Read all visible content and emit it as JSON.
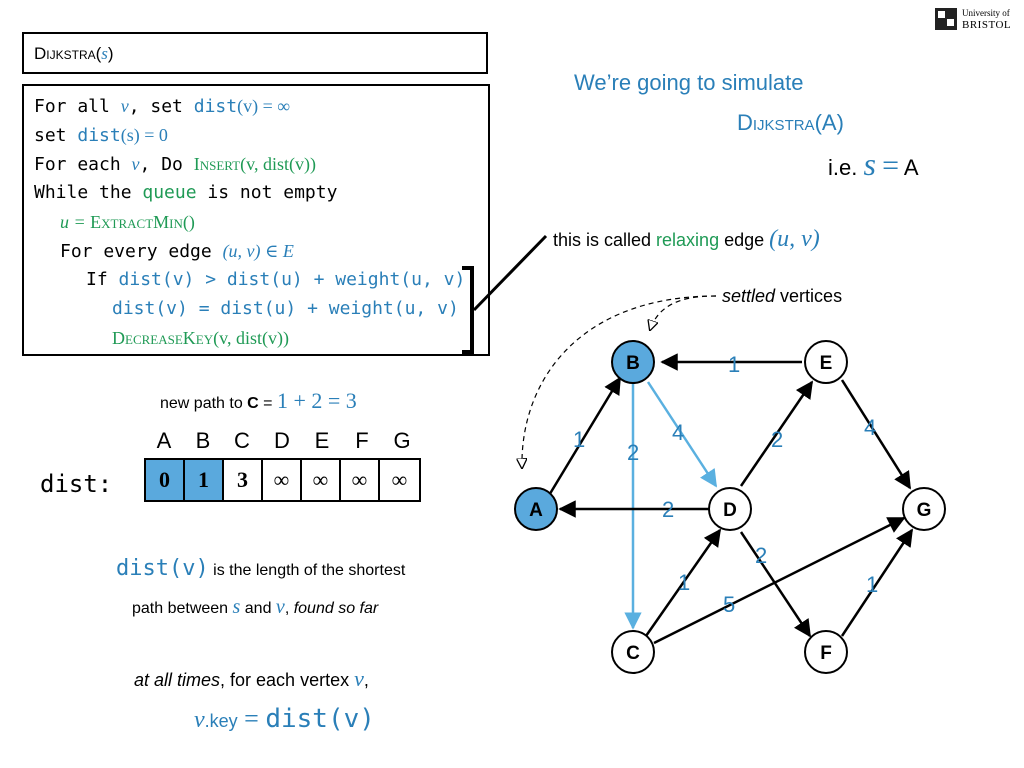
{
  "logo": {
    "line1": "University of",
    "line2": "BRISTOL"
  },
  "title": {
    "name": "Dijkstra",
    "arg": "s"
  },
  "algorithm": {
    "line1": {
      "kw1": "For all ",
      "v": "v",
      "kw2": ", set ",
      "fn": "dist",
      "rest": "(v) = ∞"
    },
    "line2": {
      "kw": "set ",
      "fn": "dist",
      "rest": "(s) = 0"
    },
    "line3": {
      "kw1": "For each ",
      "v": "v",
      "kw2": ", Do ",
      "fn": "Insert",
      "rest": "(v, dist(v))"
    },
    "line4": {
      "kw1": "While the ",
      "q": "queue",
      "kw2": " is not empty"
    },
    "line5": {
      "lhs": "u = ",
      "fn": "ExtractMin",
      "rest": "()"
    },
    "line6": {
      "kw": "For every edge ",
      "rest": "(u, v) ∈ E"
    },
    "line7": {
      "kw": "If ",
      "expr": "dist(v) > dist(u) + weight(u, v)"
    },
    "line8": {
      "expr": "dist(v) = dist(u) + weight(u, v)"
    },
    "line9": {
      "fn": "DecreaseKey",
      "rest": "(v, dist(v))"
    }
  },
  "sim": {
    "line1": "We’re going to simulate",
    "line2_name": "Dijkstra",
    "line2_arg": "(A)",
    "line3_pre": "i.e.",
    "line3_s": "s",
    "line3_eq": "=",
    "line3_a": "A"
  },
  "relax": {
    "pre": "this is called ",
    "word": "relaxing",
    "mid": " edge ",
    "pair": "(u, v)"
  },
  "settled_label": {
    "word": "settled",
    "rest": " vertices"
  },
  "new_path": {
    "pre": "new path to ",
    "node": "C",
    "eq": " = ",
    "expr": "1 + 2 = 3"
  },
  "dist_array": {
    "label": "dist:",
    "headers": [
      "A",
      "B",
      "C",
      "D",
      "E",
      "F",
      "G"
    ],
    "values": [
      "0",
      "1",
      "3",
      "∞",
      "∞",
      "∞",
      "∞"
    ]
  },
  "definition": {
    "fn": "dist(v)",
    "l1": " is the length of the shortest",
    "l2a": "path between ",
    "s": "s",
    "l2b": " and ",
    "v": "v",
    "l2c": ", ",
    "l2d": "found so far"
  },
  "invariant": {
    "l1a": "at all times",
    "l1b": ", for each vertex ",
    "v": "v",
    "l1c": ",",
    "lhs": "v",
    "key": ".key",
    "eq": " = ",
    "rhs": "dist(v)"
  },
  "graph": {
    "nodes": {
      "A": "A",
      "B": "B",
      "C": "C",
      "D": "D",
      "E": "E",
      "F": "F",
      "G": "G"
    },
    "weights": {
      "AB": "1",
      "EB": "1",
      "BD": "4",
      "BC": "2",
      "DA": "2",
      "DE": "2",
      "EG": "4",
      "DF": "2",
      "CD": "1",
      "CG": "5",
      "FG": "1"
    }
  },
  "colors": {
    "settled": "#5aa9dd",
    "blue_text": "#2a7fb8",
    "green_text": "#1f9a55",
    "tree_edge": "#5ab0e0"
  }
}
